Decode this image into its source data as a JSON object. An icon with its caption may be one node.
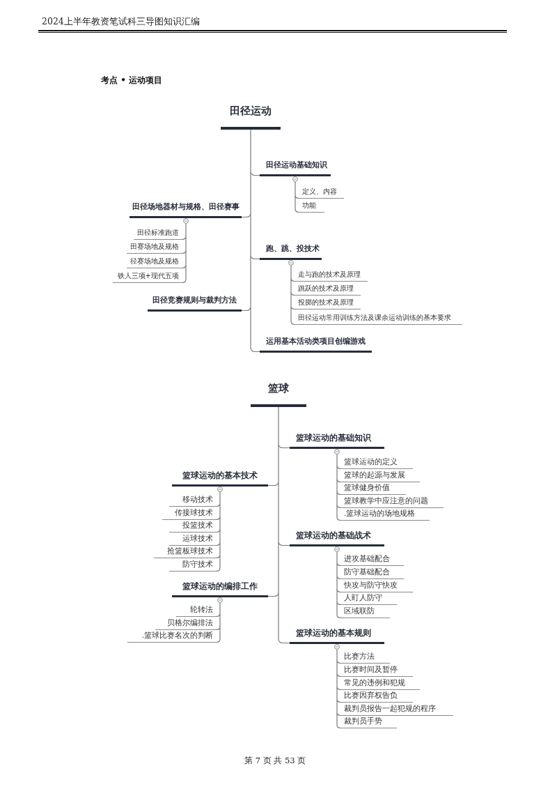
{
  "diagram": {
    "title": "考点 • 运动项目",
    "nodes": [
      {
        "text": [
          "田径运动"
        ]
      },
      {
        "text": [
          "田径运动基础知识"
        ]
      },
      {
        "text": [
          "定义、内容"
        ]
      },
      {
        "text": [
          "功能"
        ]
      },
      {
        "text": [
          "田径场地器材与规格、田径赛事"
        ]
      },
      {
        "text": [
          "田径标准跑道"
        ]
      },
      {
        "text": [
          "田赛场地及规格"
        ]
      },
      {
        "text": [
          "径赛场地及规格"
        ]
      },
      {
        "text": [
          "铁人三项+现代五项"
        ]
      },
      {
        "text": [
          "跑、跳、投技术"
        ]
      },
      {
        "text": [
          "走与跑的技术及原理"
        ]
      },
      {
        "text": [
          "跳跃的技术及原理"
        ]
      },
      {
        "text": [
          "投掷的技术及原理"
        ]
      },
      {
        "text": [
          "田径运动常用训练方法及课余运动训练的基本要求"
        ]
      },
      {
        "text": [
          "田径竞赛规则与裁判方法"
        ]
      },
      {
        "text": [
          "运用基本活动类项目创编游戏"
        ]
      },
      {
        "text": [
          "篮球"
        ]
      },
      {
        "text": [
          "篮球运动的基础知识"
        ]
      },
      {
        "text": [
          "篮球运动的定义"
        ]
      },
      {
        "text": [
          "篮球的起源与发展"
        ]
      },
      {
        "text": [
          "篮球健身价值"
        ]
      },
      {
        "text": [
          "篮球教学中应注意的问题"
        ]
      },
      {
        "text": [
          ".篮球运动的场地规格"
        ]
      },
      {
        "text": [
          "篮球运动的基本技术"
        ]
      },
      {
        "text": [
          "移动技术"
        ]
      },
      {
        "text": [
          "传接球技术"
        ]
      },
      {
        "text": [
          "投篮技术"
        ]
      },
      {
        "text": [
          "运球技术"
        ]
      },
      {
        "text": [
          "抢篮板球技术"
        ]
      },
      {
        "text": [
          "防守技术"
        ]
      },
      {
        "text": [
          "篮球运动的基础战术"
        ]
      },
      {
        "text": [
          "进攻基础配合"
        ]
      },
      {
        "text": [
          "防守基础配合"
        ]
      },
      {
        "text": [
          "快攻与防守快攻"
        ]
      },
      {
        "text": [
          "人盯人防守"
        ]
      },
      {
        "text": [
          "区域联防"
        ]
      },
      {
        "text": [
          "篮球运动的编排工作"
        ]
      },
      {
        "text": [
          "轮转法"
        ]
      },
      {
        "text": [
          "贝格尔编排法"
        ]
      },
      {
        "text": [
          ".篮球比赛名次的判断"
        ]
      },
      {
        "text": [
          "篮球运动的基本规则"
        ]
      },
      {
        "text": [
          "比赛方法"
        ]
      },
      {
        "text": [
          "比赛时间及暂停"
        ]
      },
      {
        "text": [
          "常见的违例和犯规"
        ]
      },
      {
        "text": [
          "比赛因弃权告负"
        ]
      },
      {
        "text": [
          "裁判员报告一起犯规的程序"
        ]
      },
      {
        "text": [
          "裁判员手势"
        ]
      }
    ],
    "edges": [
      {
        "from": 0,
        "to": 1,
        "arrow": "none"
      },
      {
        "from": 1,
        "to": 2,
        "arrow": "none"
      },
      {
        "from": 1,
        "to": 3,
        "arrow": "none"
      },
      {
        "from": 0,
        "to": 4,
        "arrow": "none"
      },
      {
        "from": 4,
        "to": 5,
        "arrow": "none"
      },
      {
        "from": 4,
        "to": 6,
        "arrow": "none"
      },
      {
        "from": 4,
        "to": 7,
        "arrow": "none"
      },
      {
        "from": 4,
        "to": 8,
        "arrow": "none"
      },
      {
        "from": 0,
        "to": 9,
        "arrow": "none"
      },
      {
        "from": 9,
        "to": 10,
        "arrow": "none"
      },
      {
        "from": 9,
        "to": 11,
        "arrow": "none"
      },
      {
        "from": 9,
        "to": 12,
        "arrow": "none"
      },
      {
        "from": 9,
        "to": 13,
        "arrow": "none"
      },
      {
        "from": 0,
        "to": 14,
        "arrow": "none"
      },
      {
        "from": 0,
        "to": 15,
        "arrow": "none"
      },
      {
        "from": 16,
        "to": 17,
        "arrow": "none"
      },
      {
        "from": 17,
        "to": 18,
        "arrow": "none"
      },
      {
        "from": 17,
        "to": 19,
        "arrow": "none"
      },
      {
        "from": 17,
        "to": 20,
        "arrow": "none"
      },
      {
        "from": 17,
        "to": 21,
        "arrow": "none"
      },
      {
        "from": 17,
        "to": 22,
        "arrow": "none"
      },
      {
        "from": 16,
        "to": 23,
        "arrow": "none"
      },
      {
        "from": 23,
        "to": 24,
        "arrow": "none"
      },
      {
        "from": 23,
        "to": 25,
        "arrow": "none"
      },
      {
        "from": 23,
        "to": 26,
        "arrow": "none"
      },
      {
        "from": 23,
        "to": 27,
        "arrow": "none"
      },
      {
        "from": 23,
        "to": 28,
        "arrow": "none"
      },
      {
        "from": 23,
        "to": 29,
        "arrow": "none"
      },
      {
        "from": 16,
        "to": 30,
        "arrow": "none"
      },
      {
        "from": 30,
        "to": 31,
        "arrow": "none"
      },
      {
        "from": 30,
        "to": 32,
        "arrow": "none"
      },
      {
        "from": 30,
        "to": 33,
        "arrow": "none"
      },
      {
        "from": 30,
        "to": 34,
        "arrow": "none"
      },
      {
        "from": 30,
        "to": 35,
        "arrow": "none"
      },
      {
        "from": 16,
        "to": 36,
        "arrow": "none"
      },
      {
        "from": 36,
        "to": 37,
        "arrow": "none"
      },
      {
        "from": 36,
        "to": 38,
        "arrow": "none"
      },
      {
        "from": 36,
        "to": 39,
        "arrow": "none"
      },
      {
        "from": 16,
        "to": 40,
        "arrow": "none"
      },
      {
        "from": 40,
        "to": 41,
        "arrow": "none"
      },
      {
        "from": 40,
        "to": 42,
        "arrow": "none"
      },
      {
        "from": 40,
        "to": 43,
        "arrow": "none"
      },
      {
        "from": 40,
        "to": 44,
        "arrow": "none"
      },
      {
        "from": 40,
        "to": 45,
        "arrow": "none"
      },
      {
        "from": 40,
        "to": 46,
        "arrow": "none"
      }
    ],
    "labels": [
      "2024上半年教资笔试科三导图知识汇编",
      "第 7 页 共 53 页"
    ]
  }
}
